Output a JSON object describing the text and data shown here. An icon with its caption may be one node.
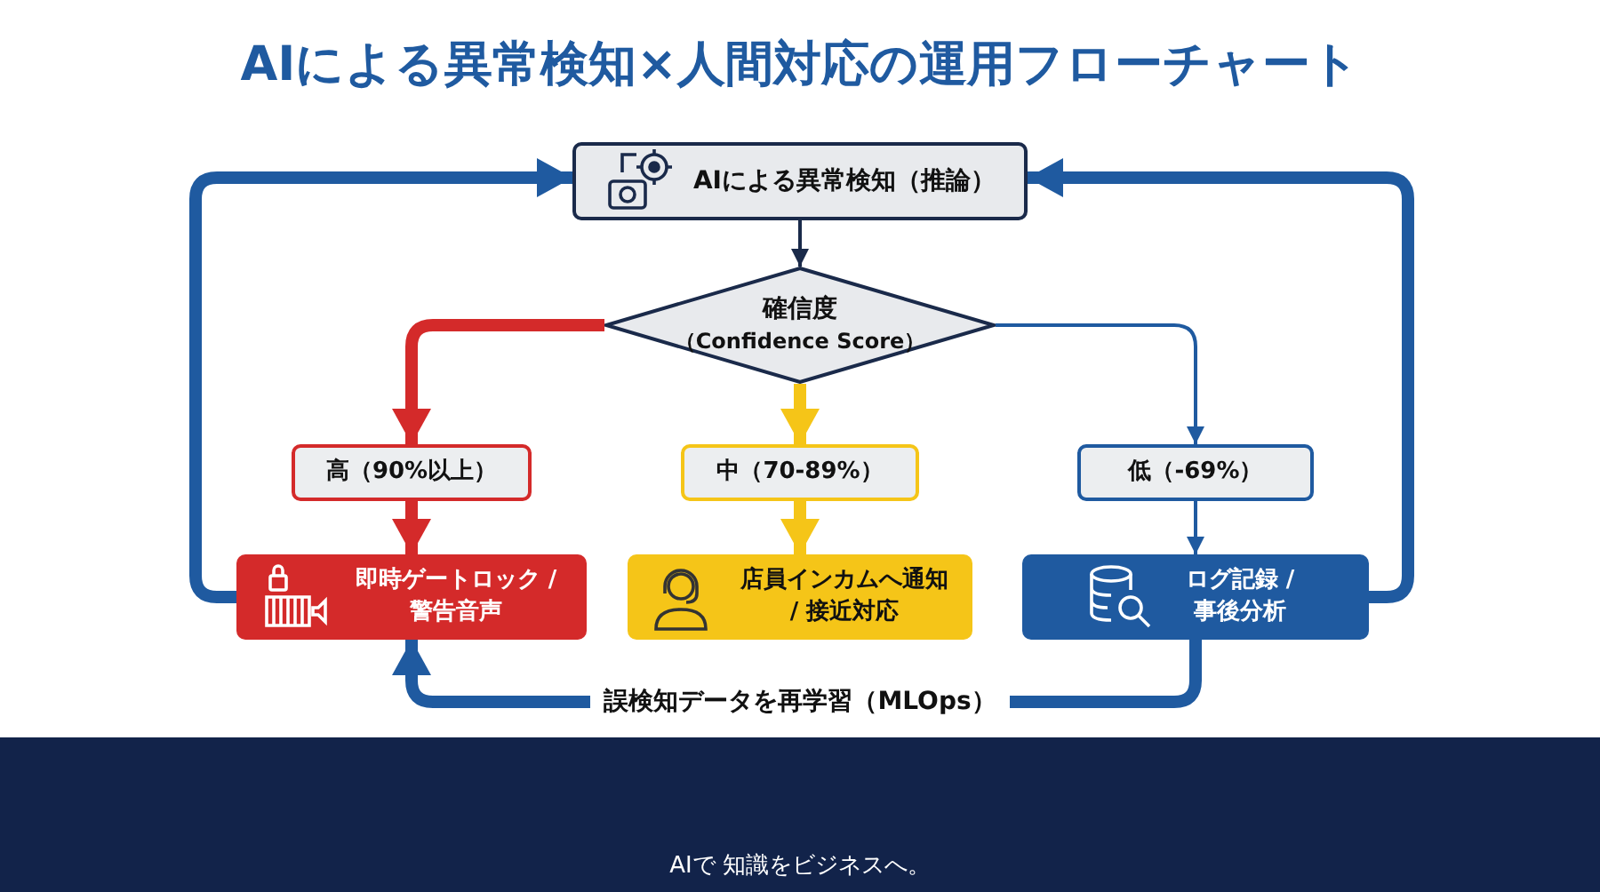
{
  "diagram": {
    "title": "AIによる異常検知×人間対応の運用フローチャート",
    "nodes": [
      {
        "text": [
          "AIによる異常検知（推論）"
        ]
      },
      {
        "text": [
          "確信度",
          "（Confidence Score）"
        ]
      },
      {
        "text": [
          "高（90%以上）"
        ]
      },
      {
        "text": [
          "中（70-89%）"
        ]
      },
      {
        "text": [
          "低（-69%）"
        ]
      },
      {
        "text": [
          "即時ゲートロック / 警告音声"
        ]
      },
      {
        "text": [
          "店員インカムへ通知 / 接近対応"
        ]
      },
      {
        "text": [
          "ログ記録 / 事後分析"
        ]
      }
    ],
    "edges": [
      {
        "from": 0,
        "to": 1,
        "arrow": "to",
        "color": "#1a2a4a"
      },
      {
        "from": 1,
        "to": 2,
        "arrow": "to",
        "color": "#d42a2a"
      },
      {
        "from": 1,
        "to": 3,
        "arrow": "to",
        "color": "#f5c518"
      },
      {
        "from": 1,
        "to": 4,
        "arrow": "to"
      },
      {
        "from": 2,
        "to": 5,
        "arrow": "to",
        "color": "#d42a2a"
      },
      {
        "from": 3,
        "to": 6,
        "arrow": "to",
        "color": "#f5c518"
      },
      {
        "from": 4,
        "to": 7,
        "arrow": "to"
      },
      {
        "from": 5,
        "to": 0,
        "arrow": "to"
      },
      {
        "from": 7,
        "to": 0,
        "arrow": "to"
      },
      {
        "from": 7,
        "to": 5,
        "arrow": "to",
        "label": "誤検知データを再学習（MLOps）"
      }
    ],
    "labels": [
      "AIで 知識をビジネスへ。"
    ]
  }
}
